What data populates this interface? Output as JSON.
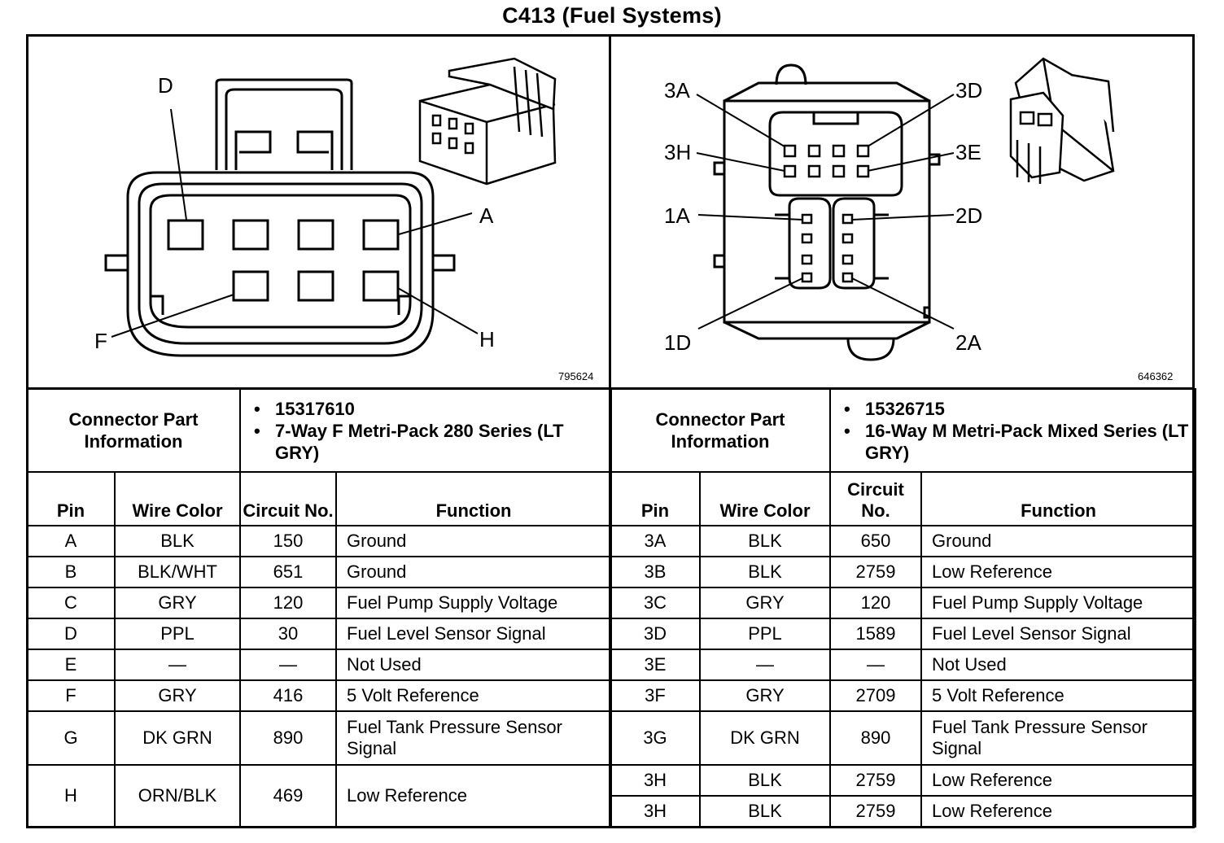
{
  "title": "C413 (Fuel Systems)",
  "left_connector": {
    "drawing_code": "795624",
    "pin_labels": {
      "d": "D",
      "a": "A",
      "f": "F",
      "h": "H"
    },
    "info_label": "Connector Part Information",
    "part_number": "15317610",
    "description": "7-Way F Metri-Pack 280 Series (LT GRY)",
    "headers": {
      "pin": "Pin",
      "wire_color": "Wire Color",
      "circuit": "Circuit No.",
      "function": "Function"
    },
    "rows": [
      {
        "pin": "A",
        "wire": "BLK",
        "circuit": "150",
        "function": "Ground"
      },
      {
        "pin": "B",
        "wire": "BLK/WHT",
        "circuit": "651",
        "function": "Ground"
      },
      {
        "pin": "C",
        "wire": "GRY",
        "circuit": "120",
        "function": "Fuel Pump Supply Voltage"
      },
      {
        "pin": "D",
        "wire": "PPL",
        "circuit": "30",
        "function": "Fuel Level Sensor Signal"
      },
      {
        "pin": "E",
        "wire": "—",
        "circuit": "—",
        "function": "Not Used"
      },
      {
        "pin": "F",
        "wire": "GRY",
        "circuit": "416",
        "function": "5 Volt Reference"
      },
      {
        "pin": "G",
        "wire": "DK GRN",
        "circuit": "890",
        "function": "Fuel Tank Pressure Sensor Signal"
      },
      {
        "pin": "H",
        "wire": "ORN/BLK",
        "circuit": "469",
        "function": "Low Reference"
      }
    ]
  },
  "right_connector": {
    "drawing_code": "646362",
    "pin_labels": {
      "p3a": "3A",
      "p3d": "3D",
      "p3h": "3H",
      "p3e": "3E",
      "p1a": "1A",
      "p2d": "2D",
      "p1d": "1D",
      "p2a": "2A"
    },
    "info_label": "Connector Part Information",
    "part_number": "15326715",
    "description": "16-Way M Metri-Pack Mixed Series (LT GRY)",
    "headers": {
      "pin": "Pin",
      "wire_color": "Wire Color",
      "circuit": "Circuit No.",
      "function": "Function"
    },
    "rows": [
      {
        "pin": "3A",
        "wire": "BLK",
        "circuit": "650",
        "function": "Ground"
      },
      {
        "pin": "3B",
        "wire": "BLK",
        "circuit": "2759",
        "function": "Low Reference"
      },
      {
        "pin": "3C",
        "wire": "GRY",
        "circuit": "120",
        "function": "Fuel Pump Supply Voltage"
      },
      {
        "pin": "3D",
        "wire": "PPL",
        "circuit": "1589",
        "function": "Fuel Level Sensor Signal"
      },
      {
        "pin": "3E",
        "wire": "—",
        "circuit": "—",
        "function": "Not Used"
      },
      {
        "pin": "3F",
        "wire": "GRY",
        "circuit": "2709",
        "function": "5 Volt Reference"
      },
      {
        "pin": "3G",
        "wire": "DK GRN",
        "circuit": "890",
        "function": "Fuel Tank Pressure Sensor Signal"
      },
      {
        "pin": "3H",
        "wire": "BLK",
        "circuit": "2759",
        "function": "Low Reference"
      },
      {
        "pin": "3H",
        "wire": "BLK",
        "circuit": "2759",
        "function": "Low Reference"
      }
    ]
  }
}
